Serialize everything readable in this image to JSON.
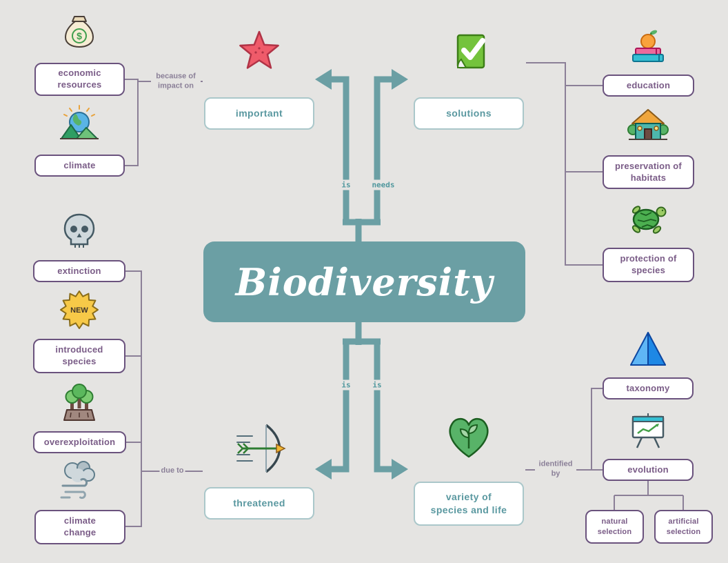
{
  "center": {
    "label": "Biodiversity"
  },
  "branches": {
    "important": {
      "label": "important",
      "edge": "is",
      "icon": "starfish-icon"
    },
    "solutions": {
      "label": "solutions",
      "edge": "needs",
      "icon": "ballot-check-icon"
    },
    "threatened": {
      "label": "threatened",
      "edge": "is",
      "icon": "bow-arrow-icon"
    },
    "variety": {
      "label": "variety of species and life",
      "edge": "is",
      "icon": "heart-leaf-icon"
    }
  },
  "groups": {
    "causes_of_importance": {
      "relation": "because of impact on",
      "items": [
        {
          "label": "economic resources",
          "icon": "money-bag-icon"
        },
        {
          "label": "climate",
          "icon": "earth-climate-icon"
        }
      ]
    },
    "solutions_list": {
      "items": [
        {
          "label": "education",
          "icon": "books-orange-icon"
        },
        {
          "label": "preservation of habitats",
          "icon": "house-icon"
        },
        {
          "label": "protection of species",
          "icon": "turtle-icon"
        }
      ]
    },
    "threats": {
      "relation": "due to",
      "items": [
        {
          "label": "extinction",
          "icon": "skull-icon"
        },
        {
          "label": "introduced species",
          "icon": "new-badge-icon"
        },
        {
          "label": "overexploitation",
          "icon": "deforestation-icon"
        },
        {
          "label": "climate change",
          "icon": "wind-cloud-icon"
        }
      ]
    },
    "identification": {
      "relation": "identified by",
      "items": [
        {
          "label": "taxonomy",
          "icon": "pyramid-icon"
        },
        {
          "label": "evolution",
          "icon": "presentation-chart-icon"
        }
      ],
      "evolution_children": [
        {
          "label": "natural selection"
        },
        {
          "label": "artificial selection"
        }
      ]
    }
  },
  "icon_texts": {
    "new_badge": "NEW",
    "dollar": "$"
  },
  "colors": {
    "background": "#e5e4e2",
    "center_fill": "#6b9fa4",
    "arrow": "#6b9fa4",
    "connector": "#8b7f97",
    "side_border": "#6a527d",
    "side_text": "#7a5c87",
    "main_border": "#aac7ca",
    "main_text": "#5a98a0"
  }
}
